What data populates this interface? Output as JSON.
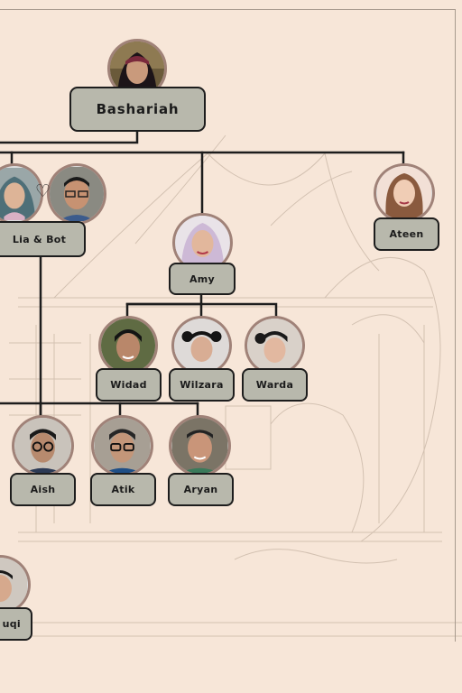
{
  "members": {
    "root": "Bashariah",
    "couple": "Lia & Bot",
    "amy": "Amy",
    "ateen": "Ateen",
    "widad": "Widad",
    "wilzara": "Wilzara",
    "warda": "Warda",
    "aish": "Aish",
    "atik": "Atik",
    "aryan": "Aryan",
    "partial": "uqi"
  },
  "heart_glyph": "♡",
  "colors": {
    "background": "#f7e6d8",
    "label_fill": "#b8b8ac",
    "line": "#1d1d1d",
    "photo_ring": "#a08278"
  }
}
